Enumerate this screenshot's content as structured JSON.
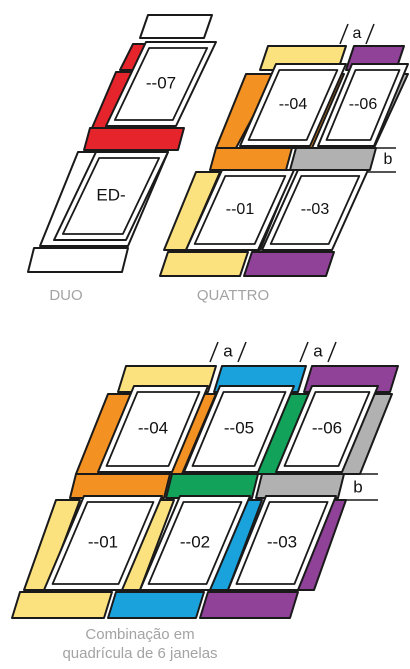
{
  "colors": {
    "outline": "#1a1a1a",
    "glass": "#ffffff",
    "red": "#e5242b",
    "orange": "#f39122",
    "yellow": "#fbe27f",
    "purple": "#8f4298",
    "grey": "#b1b1b1",
    "blue": "#1aa2dc",
    "green": "#12a25a",
    "caption": "#a3a3a3"
  },
  "diagrams": [
    {
      "id": "duo",
      "caption": "DUO",
      "windows": [
        {
          "label": "--07"
        },
        {
          "label": "ED-"
        }
      ],
      "dimension_labels": []
    },
    {
      "id": "quattro",
      "caption": "QUATTRO",
      "windows": [
        {
          "label": "--04"
        },
        {
          "label": "--06"
        },
        {
          "label": "--01"
        },
        {
          "label": "--03"
        }
      ],
      "dimension_labels": [
        "a",
        "b"
      ]
    },
    {
      "id": "grid6",
      "caption_line1": "Combinação em",
      "caption_line2": "quadrícula de 6 janelas",
      "windows": [
        {
          "label": "--04"
        },
        {
          "label": "--05"
        },
        {
          "label": "--06"
        },
        {
          "label": "--01"
        },
        {
          "label": "--02"
        },
        {
          "label": "--03"
        }
      ],
      "dimension_labels": [
        "a",
        "a",
        "b"
      ]
    }
  ]
}
